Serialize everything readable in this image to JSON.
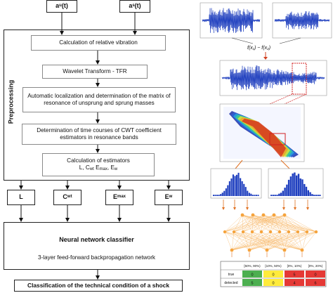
{
  "inputs": {
    "au": "a",
    "au_sub": "u",
    "as": "a",
    "as_sub": "s",
    "suffix": "(t)"
  },
  "preprocessing": {
    "label": "Preprocessing",
    "steps": [
      "Calculation of relative vibration",
      "Wavelet Transform - TFR",
      "Automatic localization and determination of the matrix of resonance of unsprung and sprung masses",
      "Determination of time courses of CWT coefficient estimators in resonance bands"
    ],
    "estimators_title": "Calculation of estimators",
    "estimators_list": "L, C",
    "estimators_wt": "wt",
    "estimators_emax": "E",
    "estimators_max": "max",
    "estimators_ew": "E",
    "estimators_w": "w"
  },
  "features": [
    {
      "main": "L",
      "sub": ""
    },
    {
      "main": "C",
      "sub": "wt"
    },
    {
      "main": "E",
      "sub": "max"
    },
    {
      "main": "E",
      "sub": "w"
    }
  ],
  "nn": {
    "title": "Neural network classifier",
    "subtitle": "3-layer feed-forward backpropagation network"
  },
  "output": {
    "label": "Classification of the technical condition of a shock"
  },
  "right_panel": {
    "formula": "f(x₁) − f(x₂)",
    "table_header": [
      "[50%, 90%)",
      "[10%, 50%)",
      "[0%, 10%)",
      "[0%, 20%)"
    ],
    "table_rows": [
      {
        "label": "true",
        "cells": [
          "0",
          "0",
          "5",
          "0"
        ]
      },
      {
        "label": "detected",
        "cells": [
          "5",
          "0",
          "4",
          "6"
        ]
      }
    ],
    "colors": {
      "good": "#4caf50",
      "warn": "#ffeb3b",
      "bad": "#e53935",
      "signal": "#1f3fbf",
      "neuron": "#f5a33c"
    }
  }
}
